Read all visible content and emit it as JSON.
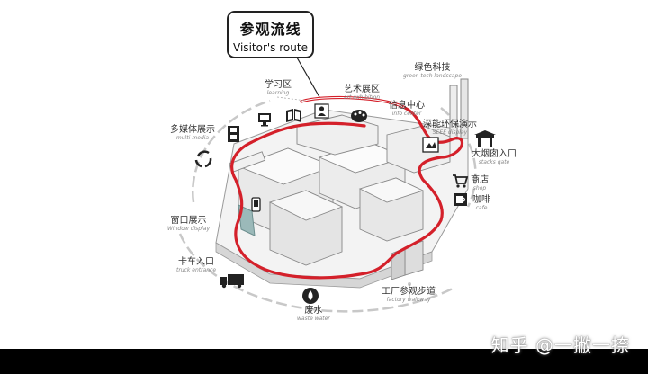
{
  "callout": {
    "title_zh": "参观流线",
    "title_en": "Visitor's route"
  },
  "labels": {
    "learning": {
      "zh": "学习区",
      "en": "learning"
    },
    "art": {
      "zh": "艺术展区",
      "en": "art exhibition"
    },
    "info": {
      "zh": "信息中心",
      "en": "info center"
    },
    "green": {
      "zh": "绿色科技",
      "en": "green tech landscape"
    },
    "seee": {
      "zh": "深能环保演示",
      "en": "SEEE display"
    },
    "multimedia": {
      "zh": "多媒体展示",
      "en": "multi-media"
    },
    "stacks": {
      "zh": "大烟囱入口",
      "en": "stacks gate"
    },
    "shop": {
      "zh": "商店",
      "en": "shop"
    },
    "cafe": {
      "zh": "咖啡",
      "en": "cafe"
    },
    "window": {
      "zh": "窗口展示",
      "en": "Window display"
    },
    "truck": {
      "zh": "卡车入口",
      "en": "truck entrance"
    },
    "factory": {
      "zh": "工厂参观步道",
      "en": "factory walkway"
    },
    "waste": {
      "zh": "废水",
      "en": "waste water"
    }
  },
  "watermark": "知乎 @一撇一捺",
  "colors": {
    "route": "#d4202a",
    "ink": "#222222"
  },
  "icons": [
    "monitor-icon",
    "book-icon",
    "person-icon",
    "palette-icon",
    "film-icon",
    "recycle-icon",
    "phone-icon",
    "display-icon",
    "gate-icon",
    "cart-icon",
    "cup-icon",
    "truck-icon",
    "water-drop-icon"
  ]
}
